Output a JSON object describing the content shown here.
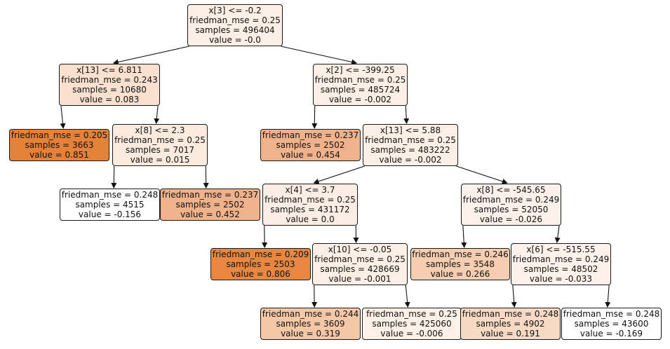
{
  "tree": {
    "nodes": [
      {
        "id": "n0",
        "lines": [
          "x[3] <= -0.2",
          "friedman_mse = 0.25",
          "samples = 496404",
          "value = -0.0"
        ],
        "fill": "#fcefe6"
      },
      {
        "id": "n1",
        "lines": [
          "x[13] <= 6.811",
          "friedman_mse = 0.243",
          "samples = 10680",
          "value = 0.083"
        ],
        "fill": "#f9e0cf"
      },
      {
        "id": "n2",
        "lines": [
          "friedman_mse = 0.205",
          "samples = 3663",
          "value = 0.851"
        ],
        "fill": "#e58139"
      },
      {
        "id": "n3",
        "lines": [
          "x[8] <= 2.3",
          "friedman_mse = 0.25",
          "samples = 7017",
          "value = 0.015"
        ],
        "fill": "#fbebdf"
      },
      {
        "id": "n4",
        "lines": [
          "friedman_mse = 0.248",
          "samples = 4515",
          "value = -0.156"
        ],
        "fill": "#ffffff"
      },
      {
        "id": "n5",
        "lines": [
          "friedman_mse = 0.237",
          "samples = 2502",
          "value = 0.452"
        ],
        "fill": "#f0b28a"
      },
      {
        "id": "n6",
        "lines": [
          "x[2] <= -399.25",
          "friedman_mse = 0.25",
          "samples = 485724",
          "value = -0.002"
        ],
        "fill": "#fcefe6"
      },
      {
        "id": "n7",
        "lines": [
          "friedman_mse = 0.237",
          "samples = 2502",
          "value = 0.454"
        ],
        "fill": "#f0b28a"
      },
      {
        "id": "n8",
        "lines": [
          "x[13] <= 5.88",
          "friedman_mse = 0.25",
          "samples = 483222",
          "value = -0.002"
        ],
        "fill": "#fcefe6"
      },
      {
        "id": "n9",
        "lines": [
          "x[4] <= 3.7",
          "friedman_mse = 0.25",
          "samples = 431172",
          "value = 0.0"
        ],
        "fill": "#fceee5"
      },
      {
        "id": "n10",
        "lines": [
          "friedman_mse = 0.209",
          "samples = 2503",
          "value = 0.806"
        ],
        "fill": "#e68742"
      },
      {
        "id": "n11",
        "lines": [
          "x[10] <= -0.05",
          "friedman_mse = 0.25",
          "samples = 428669",
          "value = -0.001"
        ],
        "fill": "#fcefe6"
      },
      {
        "id": "n12",
        "lines": [
          "friedman_mse = 0.244",
          "samples = 3609",
          "value = 0.319"
        ],
        "fill": "#f4c7a6"
      },
      {
        "id": "n13",
        "lines": [
          "friedman_mse = 0.25",
          "samples = 425060",
          "value = -0.006"
        ],
        "fill": "#fcf0e7"
      },
      {
        "id": "n14",
        "lines": [
          "x[8] <= -545.65",
          "friedman_mse = 0.249",
          "samples = 52050",
          "value = -0.026"
        ],
        "fill": "#fcf1ea"
      },
      {
        "id": "n15",
        "lines": [
          "friedman_mse = 0.246",
          "samples = 3548",
          "value = 0.266"
        ],
        "fill": "#f5cdb0"
      },
      {
        "id": "n16",
        "lines": [
          "x[6] <= -515.55",
          "friedman_mse = 0.249",
          "samples = 48502",
          "value = -0.033"
        ],
        "fill": "#fcf2eb"
      },
      {
        "id": "n17",
        "lines": [
          "friedman_mse = 0.248",
          "samples = 4902",
          "value = 0.191"
        ],
        "fill": "#f8d9c3"
      },
      {
        "id": "n18",
        "lines": [
          "friedman_mse = 0.248",
          "samples = 43600",
          "value = -0.169"
        ],
        "fill": "#ffffff"
      }
    ],
    "edges": [
      [
        "n0",
        "n1"
      ],
      [
        "n0",
        "n6"
      ],
      [
        "n1",
        "n2"
      ],
      [
        "n1",
        "n3"
      ],
      [
        "n3",
        "n4"
      ],
      [
        "n3",
        "n5"
      ],
      [
        "n6",
        "n7"
      ],
      [
        "n6",
        "n8"
      ],
      [
        "n8",
        "n9"
      ],
      [
        "n8",
        "n14"
      ],
      [
        "n9",
        "n10"
      ],
      [
        "n9",
        "n11"
      ],
      [
        "n11",
        "n12"
      ],
      [
        "n11",
        "n13"
      ],
      [
        "n14",
        "n15"
      ],
      [
        "n14",
        "n16"
      ],
      [
        "n16",
        "n17"
      ],
      [
        "n16",
        "n18"
      ]
    ]
  }
}
